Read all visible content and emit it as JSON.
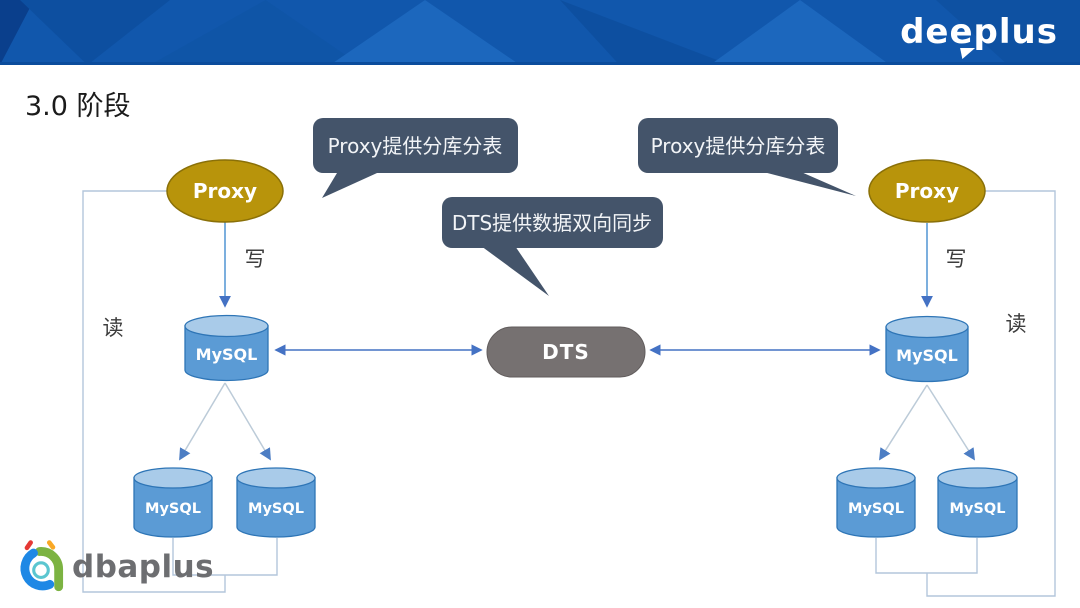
{
  "header": {
    "logo_text": "deeplus"
  },
  "slide": {
    "title": "3.0 阶段"
  },
  "callouts": {
    "left": "Proxy提供分库分表",
    "center": "DTS提供数据双向同步",
    "right": "Proxy提供分库分表"
  },
  "diagram": {
    "proxy_left": "Proxy",
    "proxy_right": "Proxy",
    "dts": "DTS",
    "mysql_primary_left": "MySQL",
    "mysql_primary_right": "MySQL",
    "mysql_shard_left_a": "MySQL",
    "mysql_shard_left_b": "MySQL",
    "mysql_shard_right_a": "MySQL",
    "mysql_shard_right_b": "MySQL",
    "labels": {
      "write_left": "写",
      "write_right": "写",
      "read_left": "读",
      "read_right": "读"
    }
  },
  "footer": {
    "logo_text": "dbaplus"
  },
  "colors": {
    "banner_blue": "#1157AC",
    "callout_slate": "#44546A",
    "proxy_gold": "#B8940B",
    "mysql_blue": "#5B9BD5",
    "mysql_cap_blue": "#A9CBE9",
    "dts_gray": "#767171",
    "arrow_blue": "#4472C4",
    "read_line": "#B3C6DC"
  }
}
